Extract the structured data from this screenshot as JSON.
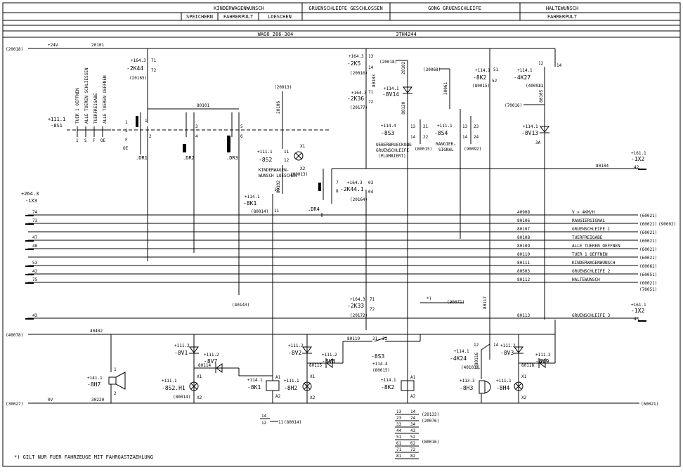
{
  "header": {
    "kinderwagenwunsch": "KINDERWAGENWUNSCH",
    "speichern": "SPEICHERN",
    "fahrerpult": "FAHRERPULT",
    "loeschen": "LOESCHEN",
    "gruenschleife_geschlossen": "GRUENSCHLEIFE GESCHLOSSEN",
    "gong_gruenschleife": "GONG GRUENSCHLEIFE",
    "haltewunsch": "HALTEWUNSCH",
    "fahrerpult2": "FAHRERPULT"
  },
  "modules": {
    "wago": "WAGO 286-304",
    "code": "3TH4244"
  },
  "rails": {
    "r1_ref": "(20018)",
    "r1_volt": "+24V",
    "r1_wire": "20101",
    "r2_ref": "(40078)",
    "r2_wire": "40402",
    "r3_ref": "(30027)",
    "r3_volt": "0V",
    "r3_wire": "30220",
    "r3_right": "(60021)"
  },
  "connector": {
    "ref": "+264.3",
    "name": "-1X3"
  },
  "switch_8s1": {
    "ref": "+111.1",
    "name": "-8S1",
    "labels": [
      "TUER 1 OEFFNEN",
      "ALLE TUEREN SCHLIESSEN",
      "TUERFREIGABE",
      "ALLE TUEREN OEFFNEN"
    ],
    "positions": [
      "1",
      "S",
      "F",
      "OE"
    ],
    "side_pos": [
      "1",
      "S",
      "F",
      "OE"
    ]
  },
  "relay_2k44": {
    "ref": "+164.3",
    "name": "-2K44",
    "num": "(20165)",
    "c1": "71",
    "c2": "72"
  },
  "dr_labels": {
    "dr1": ".DR1",
    "dr2": ".DR2",
    "dr3": ".DR3",
    "dr4": ".DR4"
  },
  "pin_numbers": [
    "1",
    "2",
    "3",
    "4",
    "5",
    "6"
  ],
  "wires": {
    "w80101": "80101",
    "w80102": "80102",
    "w20106": "20106",
    "w20102": "20102",
    "w80103": "80103",
    "w80104": "80104",
    "w80117": "80117",
    "w80105": "80105",
    "w30061": "30061",
    "w80120": "80120",
    "w80119": "80119"
  },
  "refs": {
    "r20013": "(20013)",
    "r40143": "(40143)",
    "r80013": "(80013)",
    "r20164": "(20164)",
    "r80014": "(80014)",
    "r20016": "(20016)",
    "r20177": "(20177)",
    "r20018": "(20018)",
    "r30068": "(30068)",
    "r80015": "(80015)",
    "r40093": "(40093)",
    "r70016": "(70016)",
    "r90071": "(90071)",
    "r20172": "(20172)"
  },
  "comp_8s2": {
    "ref": "+111.1",
    "name": "-8S2",
    "c1": "11",
    "c2": "12",
    "x1": "X1",
    "x2": "X2",
    "label1": "KINDERWAGEN-",
    "label2": "WUNSCH LOESCHEN"
  },
  "comp_8k1": {
    "ref": "+114.1",
    "name": "-8K1",
    "num": "(80014)",
    "c1": "12",
    "c2": "11"
  },
  "comp_2k441": {
    "ref": "+164.3",
    "name": "-2K44.1",
    "c1": "03",
    "c2": "04",
    "p7": "7",
    "p8": "8"
  },
  "comp_2k5": {
    "ref": "+164.3",
    "name": "-2K5",
    "c1": "13",
    "c2": "14"
  },
  "comp_2k36": {
    "ref": "+164.3",
    "name": "-2K36",
    "c1": "71",
    "c2": "72"
  },
  "comp_8v14": {
    "ref": "+114.1",
    "name": "-8V14"
  },
  "comp_8s3": {
    "ref": "+114.4",
    "name": "-8S3",
    "c1": "13",
    "c2": "14",
    "c3": "21",
    "c4": "22",
    "label1": "UEBERBRUECKUNG",
    "label2": "GRUENSCHLEIFE",
    "label3": "(PLOMBIERT)"
  },
  "comp_8s4": {
    "ref": "+111.1",
    "name": "-8S4",
    "c1": "13",
    "c2": "14",
    "c3": "23",
    "c4": "24",
    "label1": "RANGIER-",
    "label2": "SIGNAL",
    "num": "(90092)"
  },
  "comp_8k2": {
    "ref": "+114.1",
    "name": "-8K2",
    "c1": "51",
    "c2": "52"
  },
  "comp_4k27": {
    "ref": "+114.1",
    "name": "-4K27",
    "c1": "12",
    "c2": "14",
    "c3": "11"
  },
  "comp_8v13": {
    "ref": "+114.1",
    "name": "-8V13",
    "amp": "3A"
  },
  "conn_1x2": {
    "ref": "+161.1",
    "name": "-1X2",
    "pin": "42"
  },
  "conn_1x2b": {
    "ref": "+161.1",
    "name": "-1X2",
    "pin": "43"
  },
  "bus": [
    {
      "pin": "74",
      "wire": "40908",
      "label": "V > 4KM/H",
      "ref": "(60021)"
    },
    {
      "pin": "73",
      "wire": "80106",
      "label": "RANGIERSIGNAL",
      "ref": "(60021)",
      "ref2": "(90092)"
    },
    {
      "pin": "",
      "wire": "80107",
      "label": "GRUENSCHLEIFE 1",
      "ref": "(60021)"
    },
    {
      "pin": "47",
      "wire": "80108",
      "label": "TUERFREIGABE",
      "ref": "(60021)"
    },
    {
      "pin": "48",
      "wire": "80109",
      "label": "ALLE TUEREN OEFFNEN",
      "ref": "(60021)"
    },
    {
      "pin": "",
      "wire": "80110",
      "label": "TUER 1 OEFFNEN",
      "ref": "(60021)"
    },
    {
      "pin": "53",
      "wire": "80111",
      "label": "KINDERWAGENWUNSCH",
      "ref": "(60061)"
    },
    {
      "pin": "42",
      "wire": "80503",
      "label": "GRUENSCHLEIFE 2",
      "ref": "(60051)"
    },
    {
      "pin": "75",
      "wire": "80112",
      "label": "HALTEWUNSCH",
      "ref": "(60021)",
      "ref2": "(70051)"
    },
    {
      "pin": "43",
      "wire": "80113",
      "label": "GRUENSCHLEIFE 3",
      "ref": ""
    }
  ],
  "comp_2k33": {
    "ref": "+164.3",
    "name": "-2K33",
    "c1": "71",
    "c2": "72",
    "num": "(20172)"
  },
  "star_note": "*)",
  "lower": {
    "v1": {
      "ref": "+111.2",
      "name": "-8V1"
    },
    "v7": {
      "ref": "+111.2",
      "name": "-8V7"
    },
    "v2": {
      "ref": "+111.2",
      "name": "-8V2"
    },
    "v8": {
      "ref": "+111.2",
      "name": "-8V8"
    },
    "v3": {
      "ref": "+111.2",
      "name": "-8V3"
    },
    "v9": {
      "ref": "+111.2",
      "name": "-8V9"
    },
    "h7": {
      "ref": "+141.1",
      "name": "-8H7",
      "p1": "1",
      "p2": "2"
    },
    "h1": {
      "ref": "+111.1",
      "name": "-8S2.H1",
      "num": "(80014)"
    },
    "k1": {
      "ref": "+114.1",
      "name": "-8K1",
      "a1": "A1",
      "a2": "A2"
    },
    "h2": {
      "ref": "+111.1",
      "name": "-8H2"
    },
    "s3": {
      "ref": "+114.4",
      "name": "-8S3",
      "num": "(80015)",
      "c1": "21",
      "c2": "22"
    },
    "k2": {
      "ref": "+114.1",
      "name": "-8K2",
      "a1": "A1",
      "a2": "A2"
    },
    "k24": {
      "ref": "+114.1",
      "name": "-4K24",
      "num": "(40103)",
      "c1": "12",
      "c2": "14",
      "c3": "11"
    },
    "h3": {
      "ref": "+113.3",
      "name": "-8H3"
    },
    "h4": {
      "ref": "+111.1",
      "name": "-8H4"
    },
    "w80114": "80114",
    "w80115": "80115",
    "w80118": "80118",
    "w80116": "80116",
    "x1": "X1",
    "x2": "X2"
  },
  "contacts_8k1": {
    "a": "14",
    "b": "12",
    "c": "11",
    "ref": "(80014)"
  },
  "contacts_8k2": [
    [
      "13",
      "14"
    ],
    [
      "23",
      "24"
    ],
    [
      "33",
      "34"
    ],
    [
      "44",
      "43"
    ],
    [
      "51",
      "52"
    ],
    [
      "61",
      "62"
    ],
    [
      "71",
      "72"
    ],
    [
      "81",
      "82"
    ]
  ],
  "contacts_8k2_refs": [
    "(20133)",
    "(20076)",
    "(80016)"
  ],
  "footnote": "*) GILT NUR FUER FAHRZEUGE MIT FAHRGASTZAEHLUNG"
}
